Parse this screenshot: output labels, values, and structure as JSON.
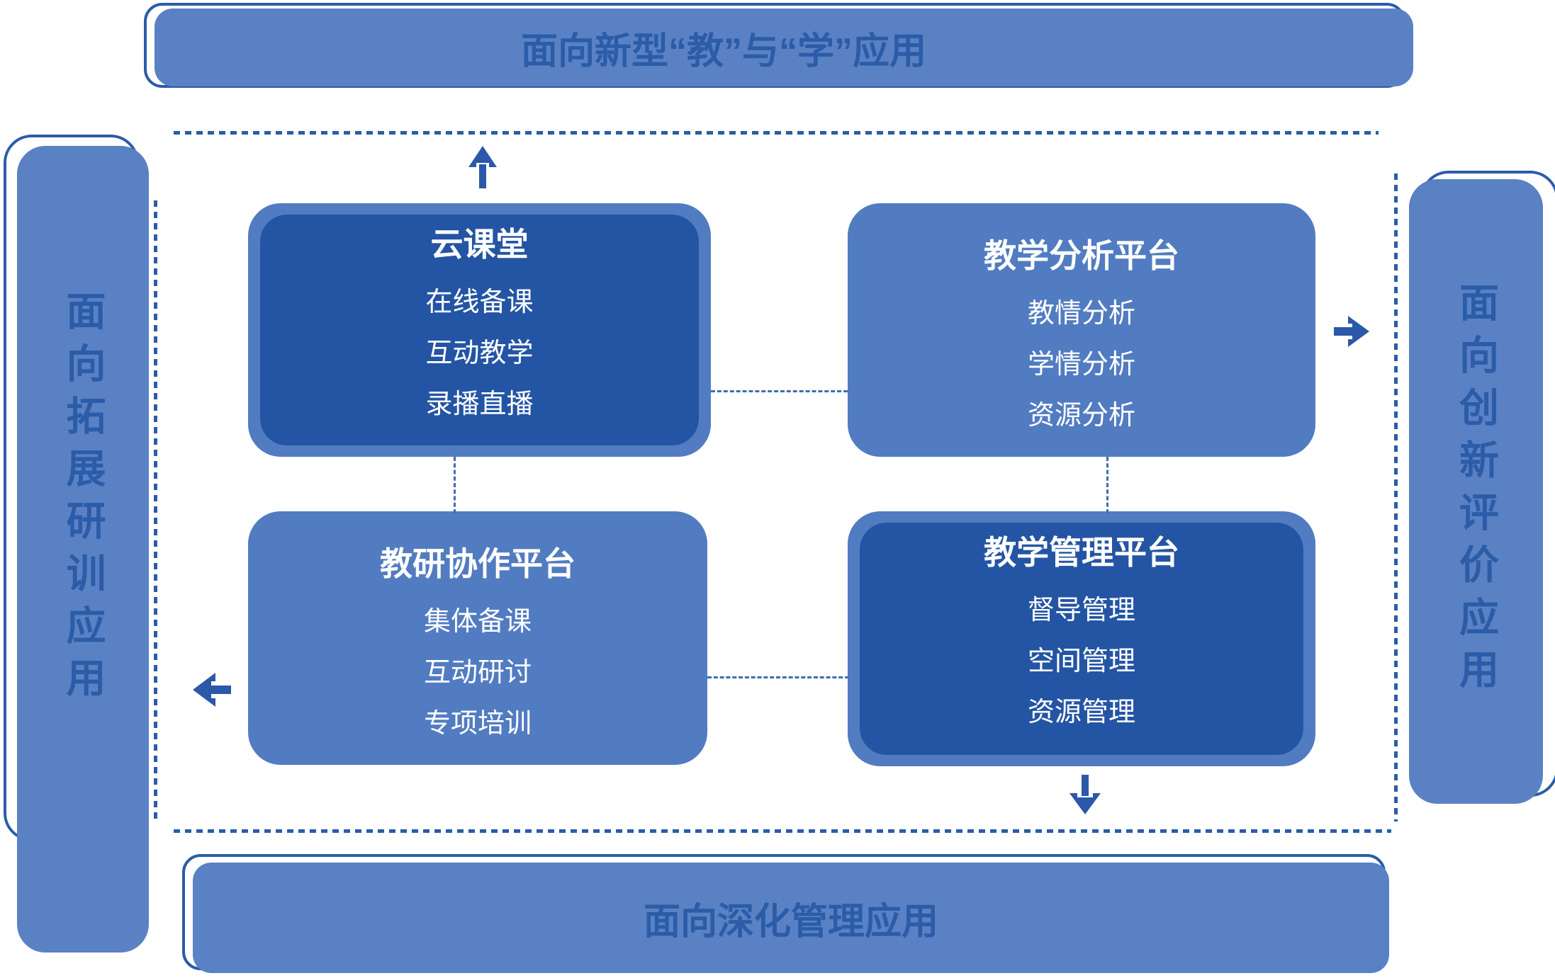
{
  "banners": {
    "top": "面向新型“教”与“学”应用",
    "bottom": "面向深化管理应用",
    "left": "面向拓展研训应用",
    "right": "面向创新评价应用"
  },
  "boxes": [
    {
      "title": "云课堂",
      "variant": "dark",
      "items": [
        "在线备课",
        "互动教学",
        "录播直播"
      ]
    },
    {
      "title": "教学分析平台",
      "variant": "light",
      "items": [
        "教情分析",
        "学情分析",
        "资源分析"
      ]
    },
    {
      "title": "教研协作平台",
      "variant": "light",
      "items": [
        "集体备课",
        "互动研讨",
        "专项培训"
      ]
    },
    {
      "title": "教学管理平台",
      "variant": "dark",
      "items": [
        "督导管理",
        "空间管理",
        "资源管理"
      ]
    }
  ],
  "arrows": [
    {
      "name": "up-arrow",
      "direction": "up",
      "glyph": "↑"
    },
    {
      "name": "right-arrow",
      "direction": "right",
      "glyph": "→"
    },
    {
      "name": "left-arrow",
      "direction": "left",
      "glyph": "←"
    },
    {
      "name": "down-arrow",
      "direction": "down",
      "glyph": "↓"
    }
  ],
  "colors": {
    "dark_box_fill": "#2455A4",
    "light_box_fill": "#527CC1",
    "banner_fill": "#5A81C4",
    "ink_blue": "#2B5CA8",
    "connector_blue": "#3F6CB1",
    "text_on_dark": "#FFFFFF"
  }
}
